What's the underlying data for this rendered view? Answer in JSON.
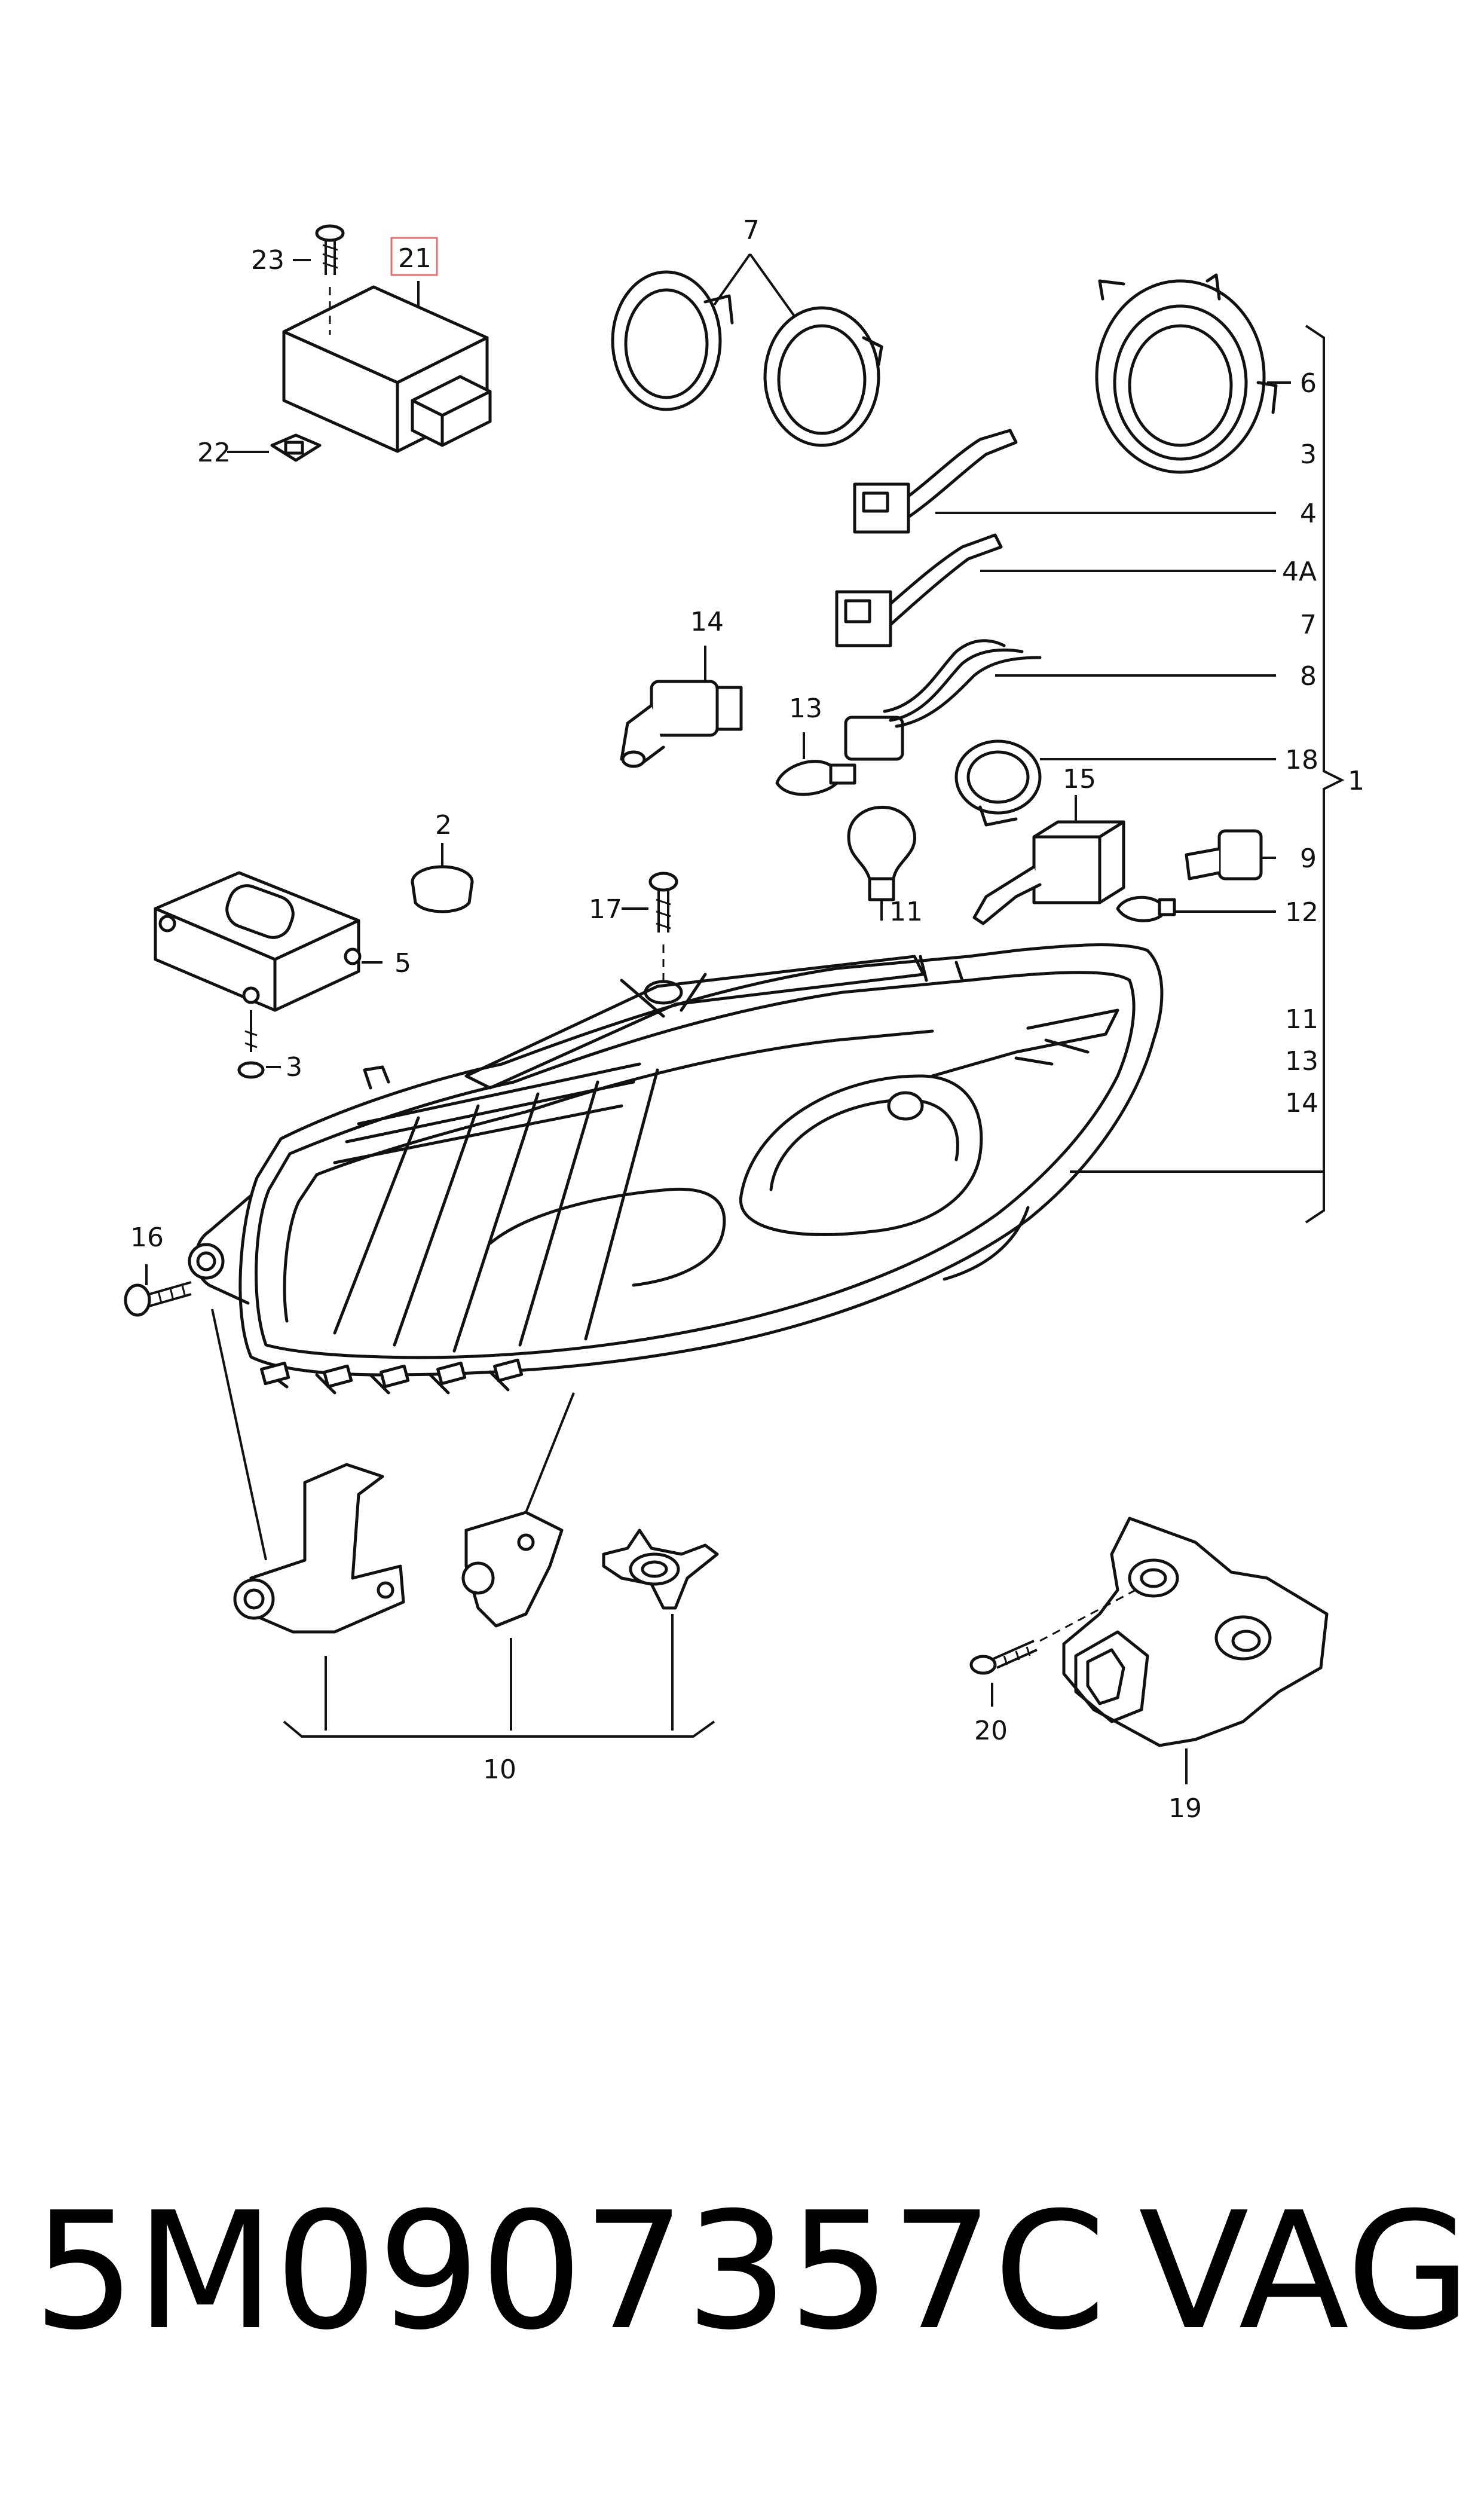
{
  "diagram": {
    "callouts": {
      "c23": "23",
      "c21": "21",
      "c22": "22",
      "c7": "7",
      "c6": "6",
      "c3a": "3",
      "c4": "4",
      "c4a": "4A",
      "c7b": "7",
      "c8": "8",
      "c18": "18",
      "c1": "1",
      "c9": "9",
      "c12": "12",
      "c11b": "11",
      "c13b": "13",
      "c14b": "14",
      "c14": "14",
      "c13": "13",
      "c15": "15",
      "c11": "11",
      "c2": "2",
      "c17": "17",
      "c5": "5",
      "c3": "3",
      "c16": "16",
      "c10": "10",
      "c20": "20",
      "c19": "19"
    },
    "highlighted_callout": "21",
    "highlight_color": "#e07070"
  },
  "footer": {
    "part_number": "5M0907357C",
    "brand": "VAG"
  }
}
